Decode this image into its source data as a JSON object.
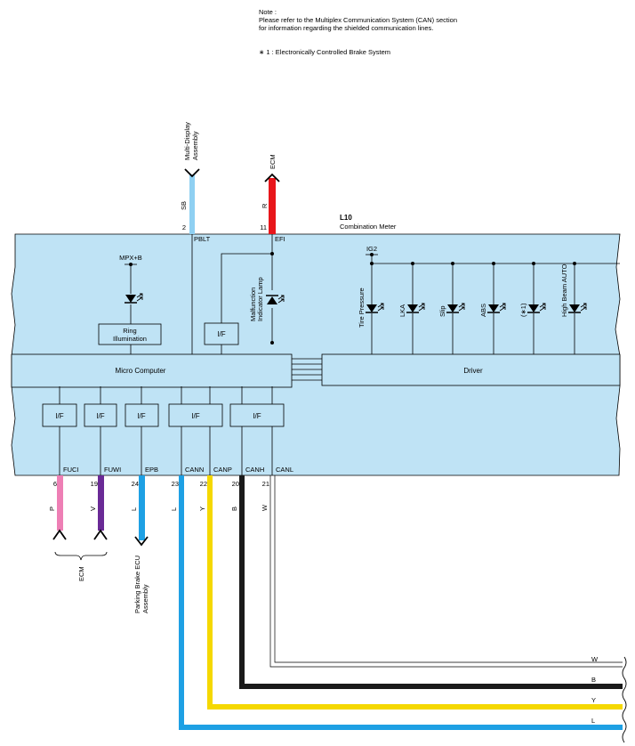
{
  "notes": {
    "heading": "Note :",
    "line1": "Please refer to the Multiplex Communication System (CAN) section",
    "line2": "for information regarding the shielded communication lines.",
    "footnote": "∗ 1 : Electronically Controlled Brake System"
  },
  "meter": {
    "code": "L10",
    "name": "Combination Meter",
    "micro_computer": "Micro Computer",
    "driver": "Driver",
    "ring_illumination_line1": "Ring",
    "ring_illumination_line2": "Illumination",
    "mpx_b": "MPX+B",
    "ig2": "IG2",
    "if_label": "I/F",
    "mil_line1": "Malfunction",
    "mil_line2": "Indicator Lamp",
    "indicators": [
      "Tire Pressure",
      "LKA",
      "Slip",
      "ABS",
      "(∗1)",
      "High Beam AUTO"
    ]
  },
  "top_connections": [
    {
      "pin": "2",
      "terminal": "PBLT",
      "wire": "SB",
      "dest_line1": "Multi-Display",
      "dest_line2": "Assembly",
      "color": "#8fd0f2"
    },
    {
      "pin": "11",
      "terminal": "EFI",
      "wire": "R",
      "dest_line1": "ECM",
      "dest_line2": "",
      "color": "#e8161b"
    }
  ],
  "bottom_terminals": [
    {
      "terminal": "FUCI",
      "pin": "6",
      "wire": "P",
      "color": "#ee7fb5"
    },
    {
      "terminal": "FUWI",
      "pin": "19",
      "wire": "V",
      "color": "#6a2a96"
    },
    {
      "terminal": "EPB",
      "pin": "24",
      "wire": "L",
      "color": "#1ea0e4"
    },
    {
      "terminal": "CANN",
      "pin": "23",
      "wire": "L",
      "color": "#1ea0e4"
    },
    {
      "terminal": "CANP",
      "pin": "22",
      "wire": "Y",
      "color": "#f5d800"
    },
    {
      "terminal": "CANH",
      "pin": "20",
      "wire": "B",
      "color": "#1a1a1a"
    },
    {
      "terminal": "CANL",
      "pin": "21",
      "wire": "W",
      "color": "#ffffff"
    }
  ],
  "destinations": {
    "ecm": "ECM",
    "parking_brake_line1": "Parking Brake ECU",
    "parking_brake_line2": "Assembly"
  },
  "bus_lines": [
    {
      "wire": "W"
    },
    {
      "wire": "B"
    },
    {
      "wire": "Y"
    },
    {
      "wire": "L"
    }
  ],
  "colors": {
    "meter_fill": "#bfe3f5",
    "outline": "#000000"
  }
}
